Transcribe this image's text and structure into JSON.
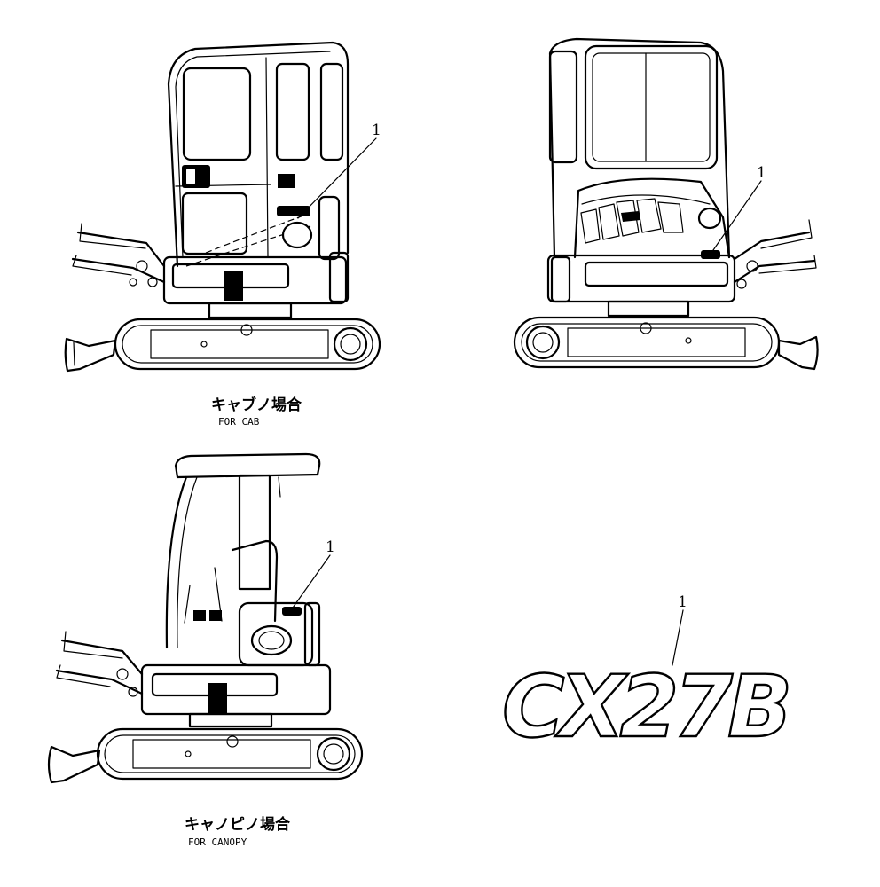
{
  "views": {
    "cab": {
      "caption_jp": "キャブノ場合",
      "caption_en": "FOR CAB",
      "callout_left": "1",
      "callout_right": "1"
    },
    "canopy": {
      "caption_jp": "キャノピノ場合",
      "caption_en": "FOR CANOPY",
      "callout": "1"
    },
    "decal": {
      "callout": "1",
      "text": "CX27B"
    }
  }
}
